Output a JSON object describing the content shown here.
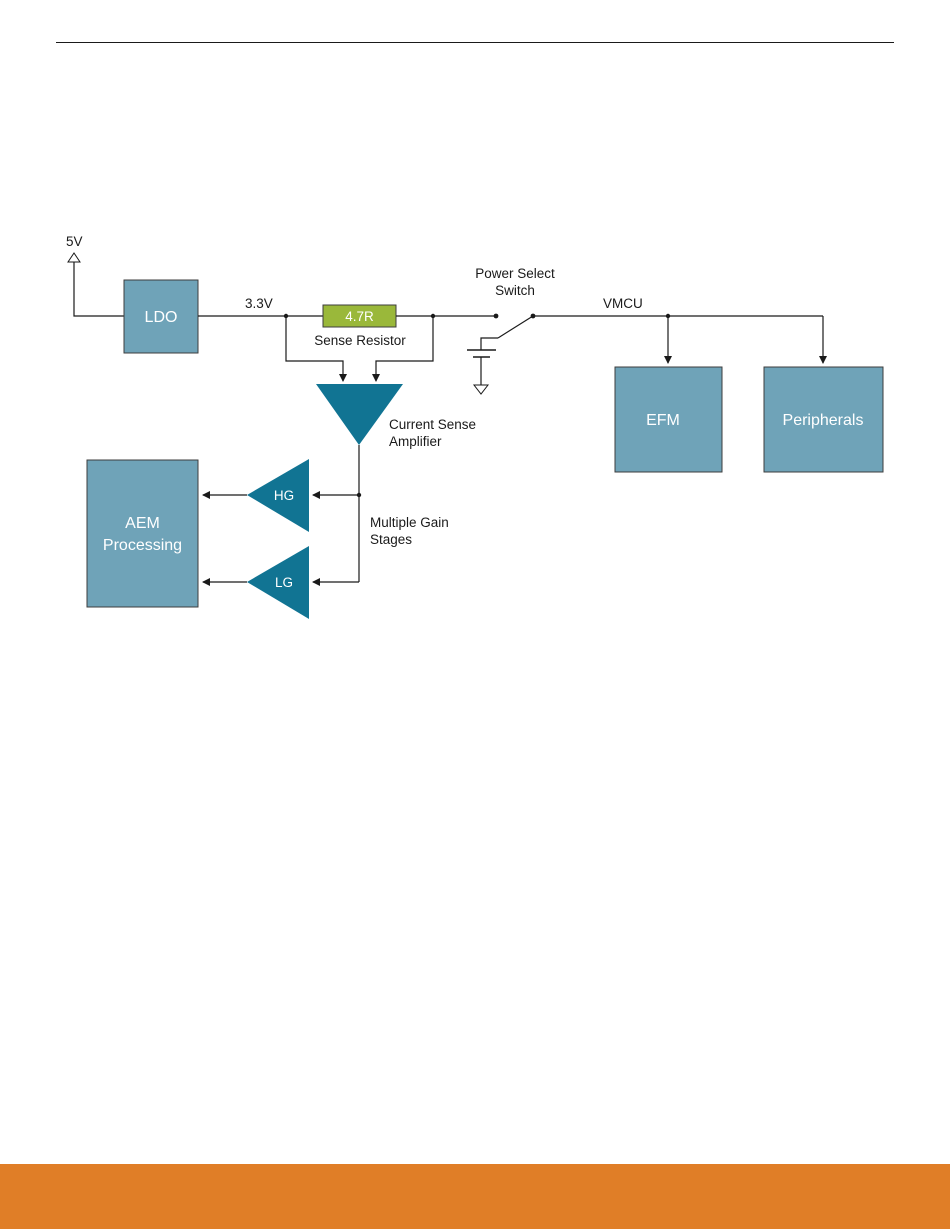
{
  "diagram": {
    "supply_5v": "5V",
    "ldo": "LDO",
    "rail_3v3": "3.3V",
    "resistor_value": "4.7R",
    "sense_resistor": "Sense Resistor",
    "power_select_line1": "Power Select",
    "power_select_line2": "Switch",
    "vmcu": "VMCU",
    "efm": "EFM",
    "peripherals": "Peripherals",
    "csa_line1": "Current Sense",
    "csa_line2": "Amplifier",
    "aem_line1": "AEM",
    "aem_line2": "Processing",
    "hg": "HG",
    "lg": "LG",
    "gain_line1": "Multiple Gain",
    "gain_line2": "Stages"
  },
  "colors": {
    "block_fill": "#6fa3b8",
    "block_stroke": "#3e3e3e",
    "amplifier_fill": "#117493",
    "resistor_fill": "#9ab83a",
    "footer": "#e07e27",
    "wire": "#1a1a1a"
  }
}
